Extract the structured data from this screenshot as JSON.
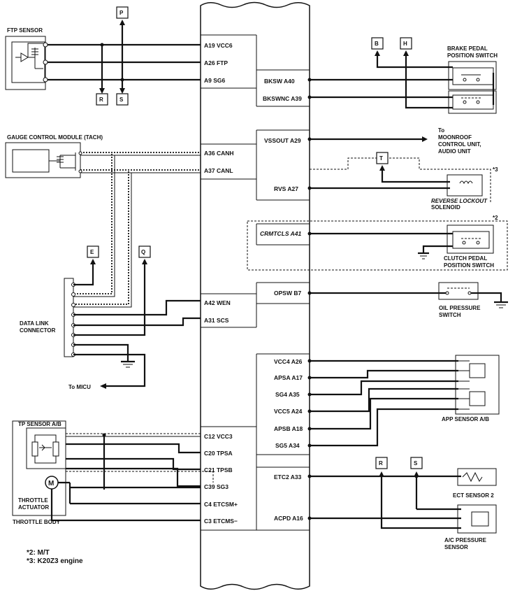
{
  "ecm_pins_left": {
    "a19": "A19 VCC6",
    "a26": "A26 FTP",
    "a9": "A9 SG6",
    "a36": "A36 CANH",
    "a37": "A37 CANL",
    "a42": "A42 WEN",
    "a31": "A31 SCS",
    "c12": "C12 VCC3",
    "c20": "C20 TPSA",
    "c21": "C21 TPSB",
    "c39": "C39 SG3",
    "c4": "C4 ETCSM+",
    "c3": "C3 ETCMS−"
  },
  "ecm_pins_right": {
    "a40": "BKSW A40",
    "a39": "BKSWNC A39",
    "a29": "VSSOUT A29",
    "a27": "RVS  A27",
    "a41": "CRMTCLS A41",
    "b7": "OPSW B7",
    "a26": "VCC4 A26",
    "a17": "APSA A17",
    "a35": "SG4 A35",
    "a24": "VCC5 A24",
    "a18": "APSB A18",
    "a34": "SG5 A34",
    "a33": "ETC2 A33",
    "a16": "ACPD A16"
  },
  "components": {
    "ftp_sensor": "FTP SENSOR",
    "gauge_module": "GAUGE CONTROL MODULE (TACH)",
    "data_link_1": "DATA LINK",
    "data_link_2": "CONNECTOR",
    "to_micu": "To MICU",
    "tp_sensor": "TP SENSOR A/B",
    "throttle_actuator_1": "THROTTLE",
    "throttle_actuator_2": "ACTUATOR",
    "throttle_body": "THROTTLE BODY",
    "motor_symbol": "M",
    "brake_switch_1": "BRAKE PEDAL",
    "brake_switch_2": "POSITION SWITCH",
    "moonroof_1": "To",
    "moonroof_2": "MOONROOF",
    "moonroof_3": "CONTROL UNIT,",
    "moonroof_4": "AUDIO UNIT",
    "reverse_lockout_1": "REVERSE LOCKOUT",
    "reverse_lockout_2": "SOLENOID",
    "clutch_switch_1": "CLUTCH PEDAL",
    "clutch_switch_2": "POSITION SWITCH",
    "oil_pressure_1": "OIL PRESSURE",
    "oil_pressure_2": "SWITCH",
    "app_sensor": "APP SENSOR A/B",
    "ect_sensor": "ECT SENSOR 2",
    "ac_pressure_1": "A/C PRESSURE",
    "ac_pressure_2": "SENSOR"
  },
  "connector_refs": {
    "p": "P",
    "r_left": "R",
    "s_left": "S",
    "b": "B",
    "h": "H",
    "t": "T",
    "e": "E",
    "q": "Q",
    "r_right": "R",
    "s_right": "S"
  },
  "markers": {
    "star3": "*3",
    "star2": "*2"
  },
  "footnotes": {
    "note_2": "*2: M/T",
    "note_3": "*3: K20Z3 engine"
  }
}
